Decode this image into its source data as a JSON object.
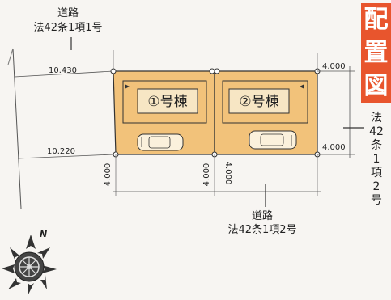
{
  "title": {
    "chars": [
      "配",
      "置",
      "図"
    ]
  },
  "roads": {
    "top": {
      "line1": "道路",
      "line2": "法42条1項1号"
    },
    "bottom": {
      "line1": "道路",
      "line2": "法42条1項2号"
    },
    "right": {
      "chars": [
        "法",
        "42",
        "条",
        "1",
        "項",
        "2",
        "号"
      ]
    }
  },
  "lots": [
    {
      "label": "①号棟"
    },
    {
      "label": "②号棟"
    }
  ],
  "dimensions": {
    "left_top": "10.430",
    "left_bottom": "10.220",
    "right_top": "4.000",
    "right_bottom": "4.000",
    "bottom_1": "4.000",
    "bottom_2": "4.000",
    "bottom_3": "4.000"
  },
  "compass": {
    "north_label": "N"
  },
  "colors": {
    "lot_fill": "#f2c27a",
    "title_bg": "#e8552d",
    "outline": "#333333"
  },
  "icons": [
    "car-icon",
    "car-icon",
    "compass-rose-icon"
  ]
}
